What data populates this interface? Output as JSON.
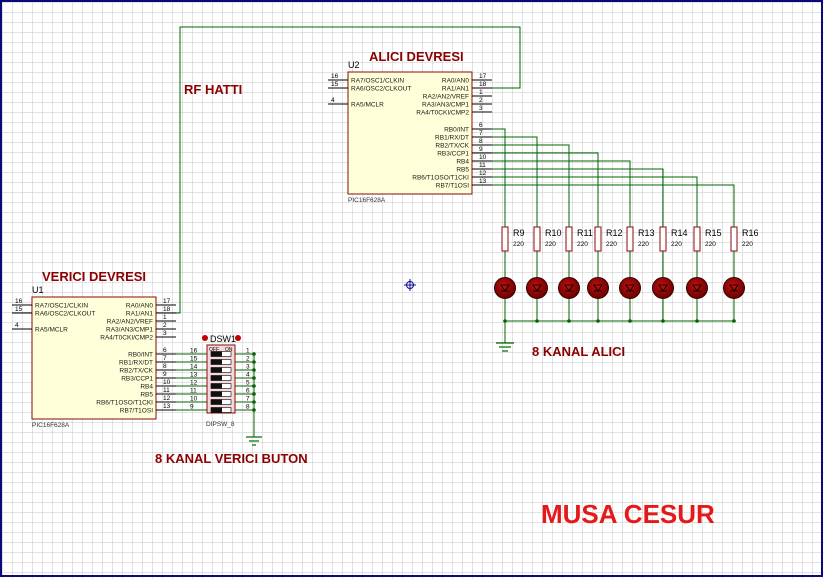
{
  "colors": {
    "grid": "#c6c6c6",
    "frame": "#0a0a7a",
    "chip_fill": "#ffffd9",
    "chip_border": "#8a0a0a",
    "wire": "#006600",
    "led": "#8b0000",
    "label": "#8b0000",
    "author": "#e51919"
  },
  "labels": {
    "receiver": "ALICI DEVRESI",
    "transmitter": "VERICI DEVRESI",
    "rf_line": "RF HATTI",
    "receiver_leds": "8 KANAL ALICI",
    "transmitter_buttons": "8 KANAL VERICI BUTON",
    "author": "MUSA CESUR"
  },
  "u2": {
    "ref": "U2",
    "part": "PIC16F628A",
    "left_pins": [
      {
        "num": "16",
        "name": "RA7/OSC1/CLKIN"
      },
      {
        "num": "15",
        "name": "RA6/OSC2/CLKOUT"
      },
      {
        "num": "4",
        "name": "RA5/MCLR"
      }
    ],
    "right_pins": [
      {
        "num": "17",
        "name": "RA0/AN0"
      },
      {
        "num": "18",
        "name": "RA1/AN1"
      },
      {
        "num": "1",
        "name": "RA2/AN2/VREF"
      },
      {
        "num": "2",
        "name": "RA3/AN3/CMP1"
      },
      {
        "num": "3",
        "name": "RA4/T0CKI/CMP2"
      },
      {
        "num": "6",
        "name": "RB0/INT"
      },
      {
        "num": "7",
        "name": "RB1/RX/DT"
      },
      {
        "num": "8",
        "name": "RB2/TX/CK"
      },
      {
        "num": "9",
        "name": "RB3/CCP1"
      },
      {
        "num": "10",
        "name": "RB4"
      },
      {
        "num": "11",
        "name": "RB5"
      },
      {
        "num": "12",
        "name": "RB6/T1OSO/T1CKI"
      },
      {
        "num": "13",
        "name": "RB7/T1OSI"
      }
    ]
  },
  "u1": {
    "ref": "U1",
    "part": "PIC16F628A",
    "left_pins": [
      {
        "num": "16",
        "name": "RA7/OSC1/CLKIN"
      },
      {
        "num": "15",
        "name": "RA6/OSC2/CLKOUT"
      },
      {
        "num": "4",
        "name": "RA5/MCLR"
      }
    ],
    "right_pins": [
      {
        "num": "17",
        "name": "RA0/AN0"
      },
      {
        "num": "18",
        "name": "RA1/AN1"
      },
      {
        "num": "1",
        "name": "RA2/AN2/VREF"
      },
      {
        "num": "2",
        "name": "RA3/AN3/CMP1"
      },
      {
        "num": "3",
        "name": "RA4/T0CKI/CMP2"
      },
      {
        "num": "6",
        "name": "RB0/INT"
      },
      {
        "num": "7",
        "name": "RB1/RX/DT"
      },
      {
        "num": "8",
        "name": "RB2/TX/CK"
      },
      {
        "num": "9",
        "name": "RB3/CCP1"
      },
      {
        "num": "10",
        "name": "RB4"
      },
      {
        "num": "11",
        "name": "RB5"
      },
      {
        "num": "12",
        "name": "RB6/T1OSO/T1CKI"
      },
      {
        "num": "13",
        "name": "RB7/T1OSI"
      }
    ]
  },
  "resistors": [
    {
      "ref": "R9",
      "value": "220"
    },
    {
      "ref": "R10",
      "value": "220"
    },
    {
      "ref": "R11",
      "value": "220"
    },
    {
      "ref": "R12",
      "value": "220"
    },
    {
      "ref": "R13",
      "value": "220"
    },
    {
      "ref": "R14",
      "value": "220"
    },
    {
      "ref": "R15",
      "value": "220"
    },
    {
      "ref": "R16",
      "value": "220"
    }
  ],
  "dipswitch": {
    "ref": "DSW1",
    "part": "DIPSW_8",
    "off_label": "OFF",
    "on_label": "ON",
    "left_pins": [
      "16",
      "15",
      "14",
      "13",
      "12",
      "11",
      "10",
      "9"
    ],
    "right_pins": [
      "1",
      "2",
      "3",
      "4",
      "5",
      "6",
      "7",
      "8"
    ]
  }
}
